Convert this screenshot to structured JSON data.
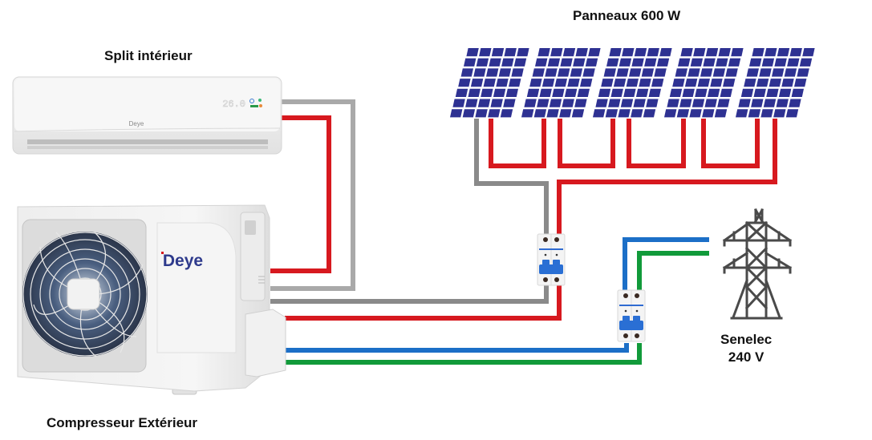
{
  "labels": {
    "indoor_unit": "Split intérieur",
    "outdoor_unit": "Compresseur Extérieur",
    "solar_panels": "Panneaux 600 W",
    "grid_name": "Senelec",
    "grid_voltage": "240 V"
  },
  "indoor_unit": {
    "brand": "Deye",
    "display_temperature": "26.0"
  },
  "outdoor_unit": {
    "brand": "Deye"
  },
  "solar_array": {
    "panel_count": 5,
    "panel_color": "#2E3192"
  },
  "breakers": [
    {
      "name": "solar-dc-breaker",
      "poles": 2
    },
    {
      "name": "grid-ac-breaker",
      "poles": 2
    }
  ],
  "wire_colors": {
    "dc_positive": "#D7191F",
    "dc_negative": "#8A8A8A",
    "ac_live": "#1C6FC7",
    "ac_neutral": "#119A3A"
  }
}
